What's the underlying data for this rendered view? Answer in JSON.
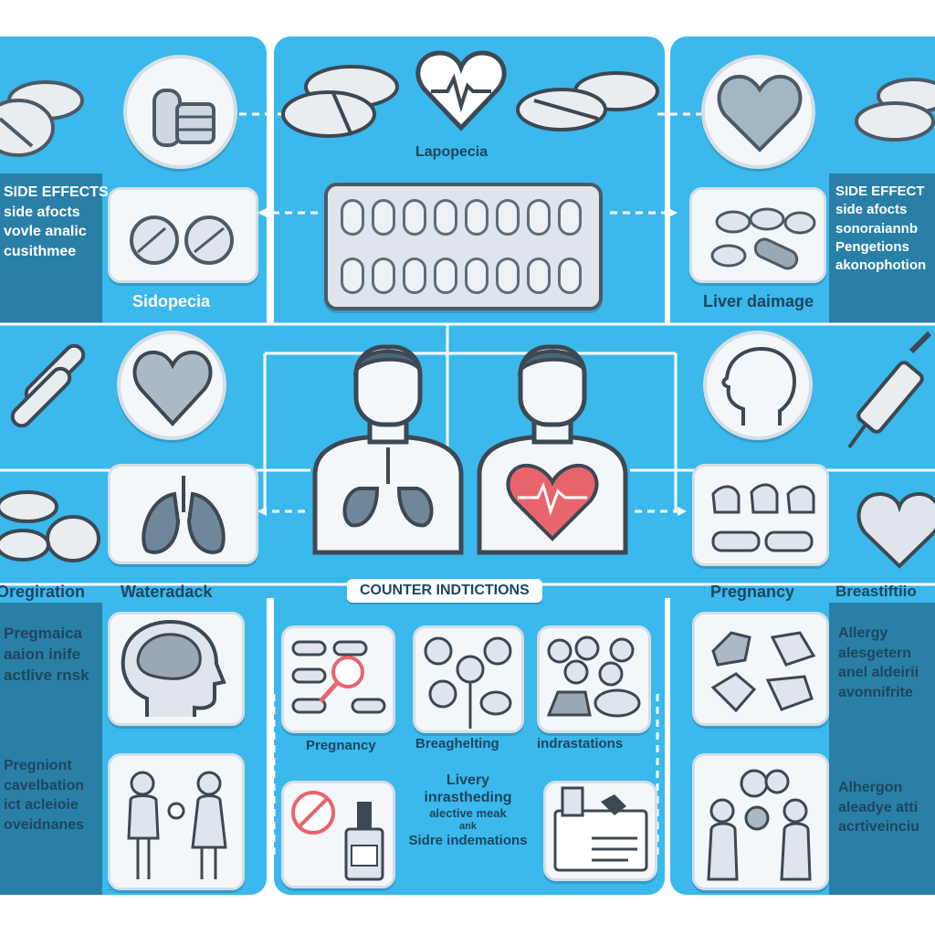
{
  "title": "Lapopecia",
  "center_banner": "COUNTER INDTICTIONS",
  "left_column": {
    "side_effects_block": [
      "SIDE EFFECTS",
      "side afocts",
      "vovle analic",
      "cusithmee"
    ],
    "card1_label": "Sidopecia",
    "card2_label": "Oregiration",
    "card3_label": "Wateradack",
    "block3": [
      "Pregmaica",
      "aaion inife",
      "actlive rnsk"
    ],
    "block4": [
      "Pregniont",
      "cavelbation",
      "ict acleioie",
      "oveidnanes"
    ]
  },
  "right_column": {
    "side_effects_block": [
      "SIDE EFFECT",
      "side afocts",
      "sonoraiannb",
      "Pengetions",
      "akonophotion"
    ],
    "card1_label": "Liver daimage",
    "card2_label": "Pregnancy",
    "card3_label": "Breastiftiio",
    "block3": [
      "Allergy",
      "alesgetern",
      "anel aldeirii",
      "avonnifrite"
    ],
    "block4": [
      "Alhergon",
      "aleadye atti",
      "acrtiveinciu"
    ]
  },
  "bottom_cards": {
    "card1_label": "Pregnancy",
    "card2_label": "Breaghelting",
    "card3_label": "indrastations"
  },
  "bottom_center_text": [
    "Livery",
    "inrastheding",
    "alective meak",
    "ank",
    "Sidre indemations"
  ],
  "colors": {
    "panel": "#3bb8ec",
    "strip": "#2a7fa6",
    "card": "#f4f7f9",
    "card_border": "#d5dee4",
    "ink": "#1d4660",
    "heart": "#e8646b"
  }
}
